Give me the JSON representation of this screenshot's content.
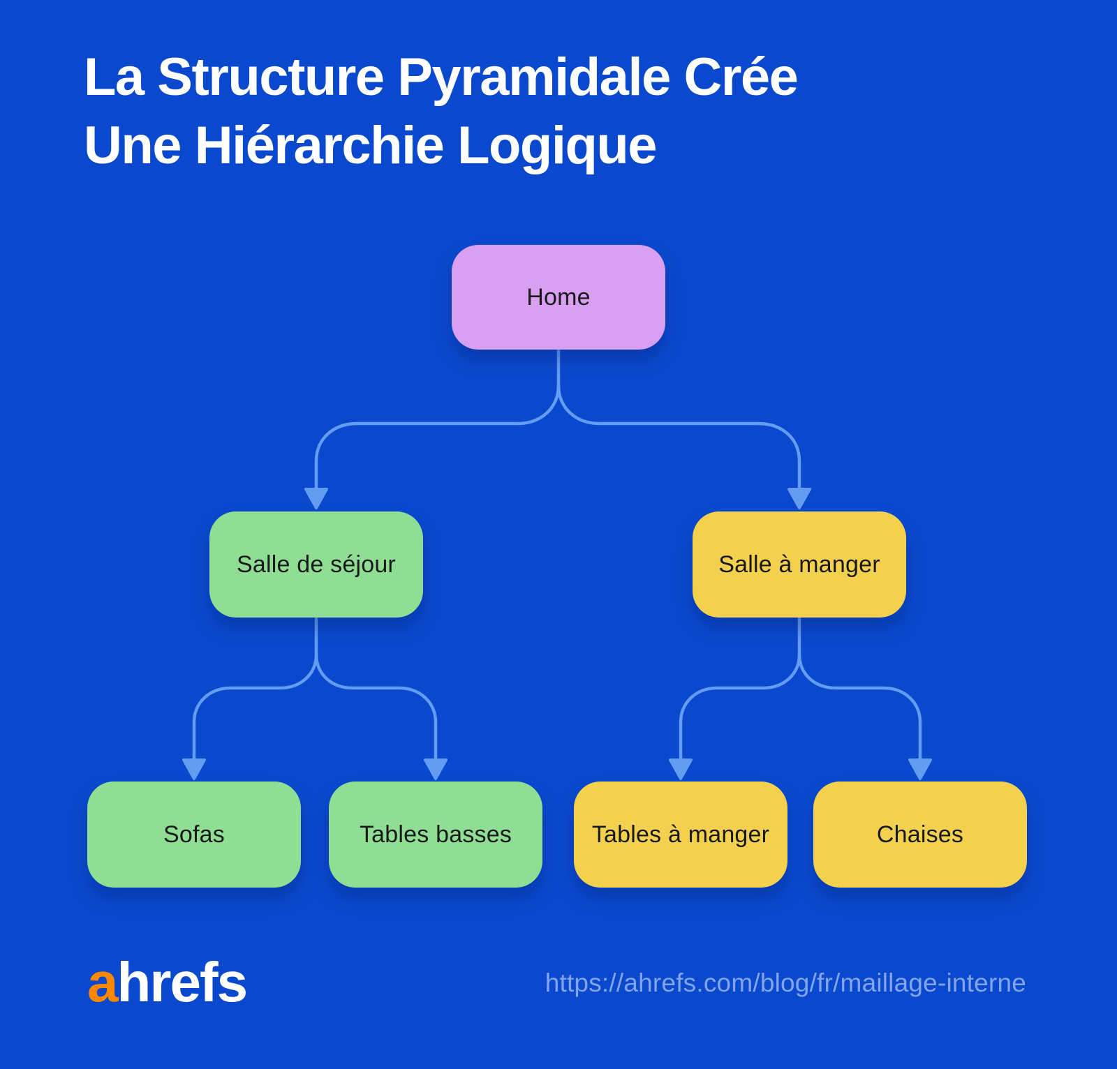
{
  "title": {
    "line1": "La Structure Pyramidale Crée",
    "line2": "Une Hiérarchie Logique"
  },
  "diagram": {
    "root": {
      "label": "Home",
      "color": "#D9A0F2"
    },
    "level2": [
      {
        "label": "Salle de séjour",
        "color": "#8FDE94"
      },
      {
        "label": "Salle à manger",
        "color": "#F4D04F"
      }
    ],
    "level3": [
      {
        "label": "Sofas",
        "color": "#8FDE94"
      },
      {
        "label": "Tables basses",
        "color": "#8FDE94"
      },
      {
        "label": "Tables à manger",
        "color": "#F4D04F"
      },
      {
        "label": "Chaises",
        "color": "#F4D04F"
      }
    ]
  },
  "colors": {
    "background": "#0A49CE",
    "connector": "#649CF2",
    "title_text": "#FFFFFF",
    "node_text": "#18191B",
    "logo_accent": "#FF8800",
    "url_text": "#82A4E8"
  },
  "footer": {
    "logo_accent_letter": "a",
    "logo_rest": "hrefs",
    "url": "https://ahrefs.com/blog/fr/maillage-interne"
  }
}
